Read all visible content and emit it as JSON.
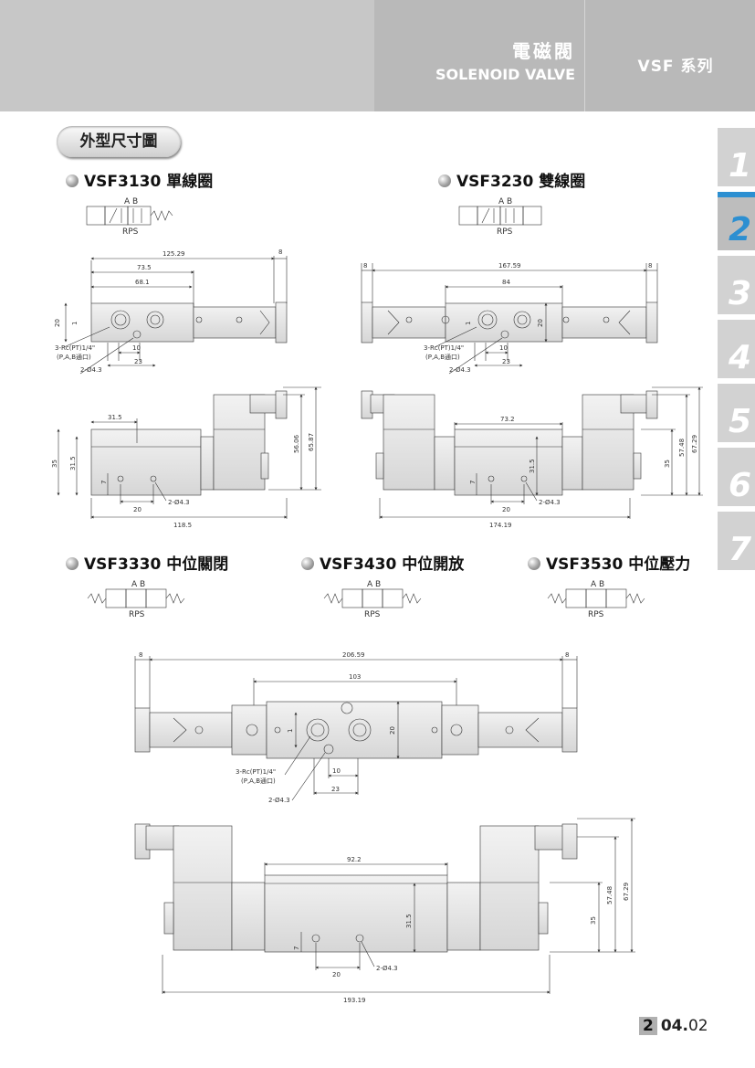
{
  "header": {
    "title_cn": "電磁閥",
    "title_en": "SOLENOID VALVE",
    "series": "VSF 系列"
  },
  "section_title": "外型尺寸圖",
  "models": {
    "m3130": "VSF3130 單線圈",
    "m3230": "VSF3230 雙線圈",
    "m3330": "VSF3330 中位關閉",
    "m3430": "VSF3430 中位開放",
    "m3530": "VSF3530 中位壓力"
  },
  "symbol_labels": {
    "top": "A B",
    "bottom": "RPS"
  },
  "tabs": [
    "1",
    "2",
    "3",
    "4",
    "5",
    "6",
    "7"
  ],
  "active_tab": "2",
  "d3130": {
    "top": [
      "125.29",
      "8",
      "73.5",
      "68.1",
      "20",
      "1",
      "10",
      "23"
    ],
    "port": "3-Rc(PT)1/4\"",
    "port_sub": "(P,A,B通口)",
    "hole": "2-Ø4.3",
    "side": [
      "31.5",
      "35",
      "31.5",
      "7",
      "20",
      "2-Ø4.3",
      "118.5",
      "56.06",
      "65.87"
    ]
  },
  "d3230": {
    "top": [
      "8",
      "167.59",
      "8",
      "84",
      "20",
      "1",
      "10",
      "23"
    ],
    "port": "3-Rc(PT)1/4\"",
    "port_sub": "(P,A,B通口)",
    "hole": "2-Ø4.3",
    "side": [
      "73.2",
      "31.5",
      "7",
      "20",
      "2-Ø4.3",
      "174.19",
      "35",
      "57.48",
      "67.29"
    ]
  },
  "d3330": {
    "top": [
      "8",
      "206.59",
      "8",
      "103",
      "1",
      "20",
      "10",
      "23"
    ],
    "port": "3-Rc(PT)1/4\"",
    "port_sub": "(P,A,B通口)",
    "hole": "2-Ø4.3",
    "side": [
      "92.2",
      "31.5",
      "7",
      "20",
      "2-Ø4.3",
      "193.19",
      "35",
      "57.48",
      "67.29"
    ]
  },
  "footer": {
    "chapter": "2",
    "page_bold": "04.",
    "page_rest": "02"
  }
}
